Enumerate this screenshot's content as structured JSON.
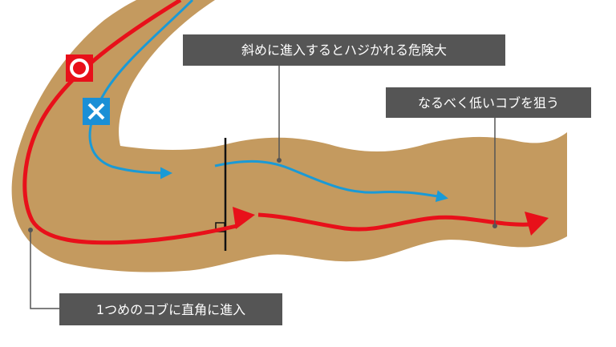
{
  "callouts": {
    "diagonal_warning": "斜めに進入するとハジかれる危険大",
    "low_bumps": "なるべく低いコブを狙う",
    "right_angle": "1つめのコブに直角に進入"
  },
  "markers": {
    "good": {
      "symbol": "○",
      "meaning": "correct-line",
      "color": "#e8101a"
    },
    "bad": {
      "symbol": "×",
      "meaning": "wrong-line",
      "color": "#1a8fd6"
    }
  },
  "colors": {
    "course": "#c49a5f",
    "good_line": "#e8101a",
    "bad_line": "#1a9ad6",
    "callout_bg": "#555555",
    "leader": "#555555"
  }
}
